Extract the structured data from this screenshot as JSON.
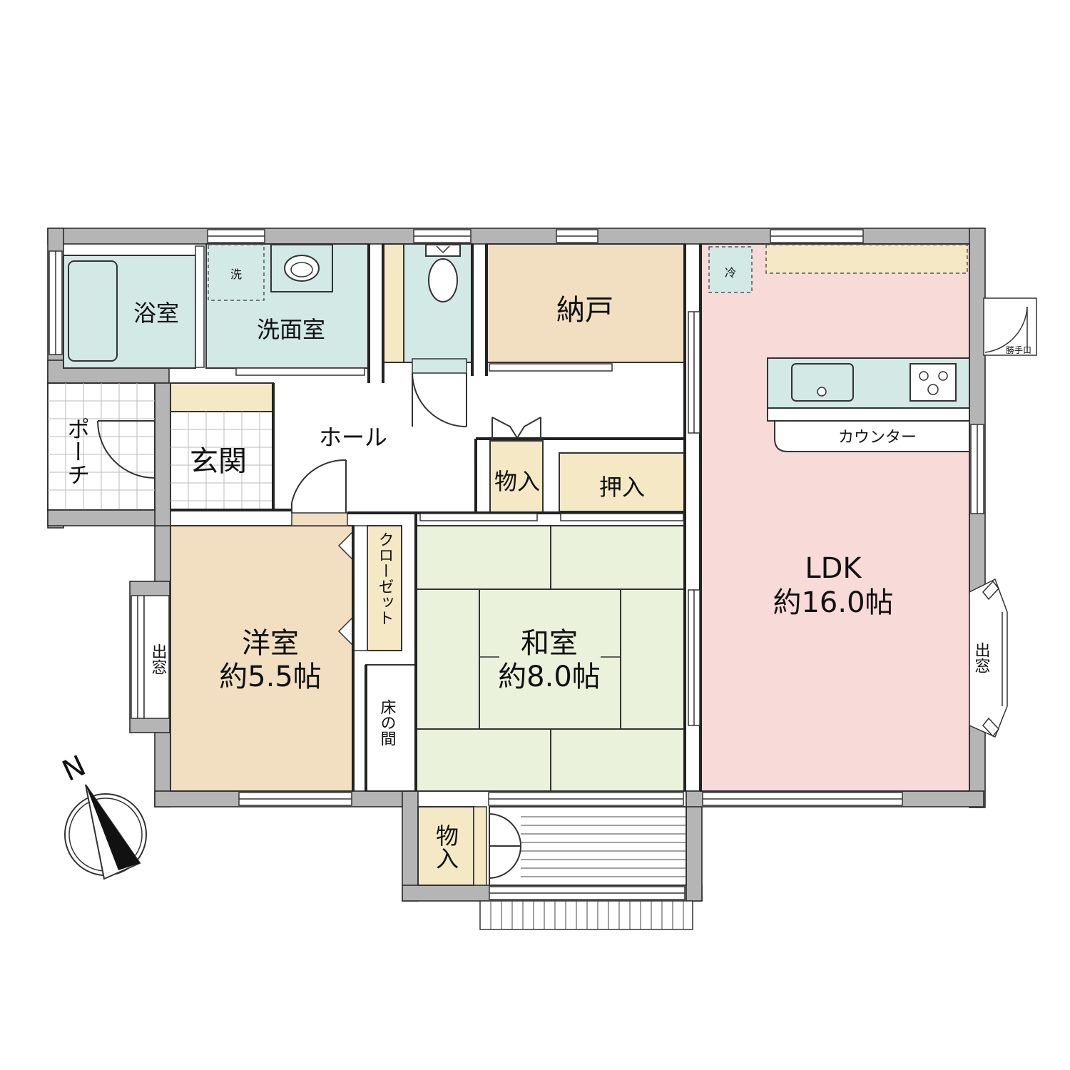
{
  "rooms": {
    "bathroom": "浴室",
    "washroom": "洗面室",
    "washer": "洗",
    "storeroom": "納戸",
    "fridge": "冷",
    "kitchen_exit": "勝手口",
    "counter": "カウンター",
    "porch": "ポーチ",
    "entrance": "玄関",
    "hall": "ホール",
    "storage": "物入",
    "oshiire": "押入",
    "closet": "クローゼット",
    "western_room": "洋室",
    "western_size": "約5.5帖",
    "bay_window": "出窓",
    "tokonoma": "床の間",
    "japanese_room": "和室",
    "japanese_size": "約8.0帖",
    "ldk": "LDK",
    "ldk_size": "約16.0帖",
    "storage_bottom": "物入"
  },
  "compass": {
    "north": "N"
  },
  "colors": {
    "wall": "#b5b5b5",
    "wet": "#d3e9e6",
    "beige": "#f2dfc2",
    "storage": "#f4e9c4",
    "tatami": "#eaf2dc",
    "ldk": "#f8dbd9"
  }
}
